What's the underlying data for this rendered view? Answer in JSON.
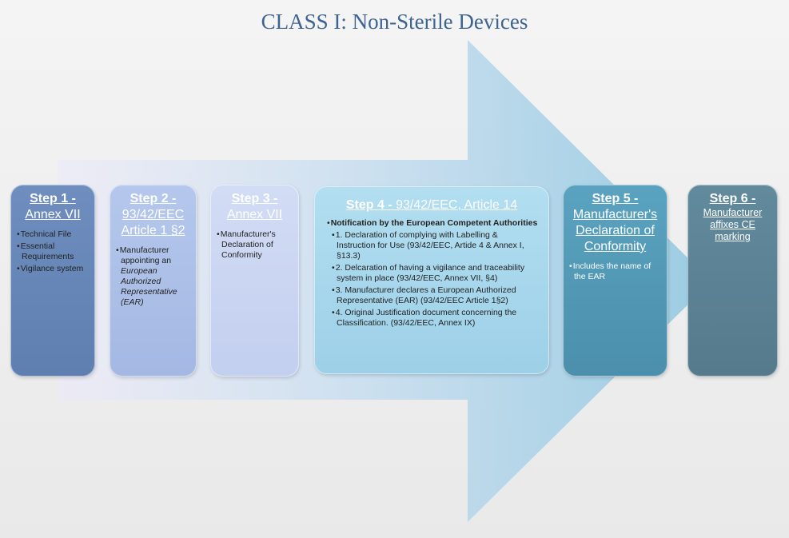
{
  "title": "CLASS I: Non-Sterile Devices",
  "steps": [
    {
      "label": "Step 1 -",
      "ref": "Annex VII",
      "items": [
        "Technical File",
        "Essential Requirements",
        "Vigilance system"
      ]
    },
    {
      "label": "Step 2 -",
      "ref": "93/42/EEC Article 1 §2",
      "items": [
        "Manufacturer appointing an"
      ],
      "italic": "European Authorized Representative (EAR)"
    },
    {
      "label": "Step 3 -",
      "ref": "Annex VII",
      "items": [
        "Manufacturer's Declaration of Conformity"
      ]
    },
    {
      "label": "Step 4 -",
      "ref": "93/42/EEC, Article 14",
      "heading_item": "Notification by the European Competent Authorities",
      "items": [
        "1.  Declaration of complying with Labelling & Instruction for Use (93/42/EEC, Artide 4 & Annex I, §13.3)",
        "2.  Delcaration of having a vigilance and traceability system in place (93/42/EEC, Annex VII, §4)",
        "3.  Manufacturer declares a European Authorized Representative (EAR) (93/42/EEC Article 1§2)",
        "4.  Original Justification document concerning the Classification. (93/42/EEC, Annex IX)"
      ]
    },
    {
      "label": "Step 5 -",
      "ref": "Manufacturer's Declaration of Conformity",
      "items": [
        "Includes the name of the EAR"
      ]
    },
    {
      "label": "Step 6 -",
      "ref": "Manufacturer affixes CE marking"
    }
  ]
}
